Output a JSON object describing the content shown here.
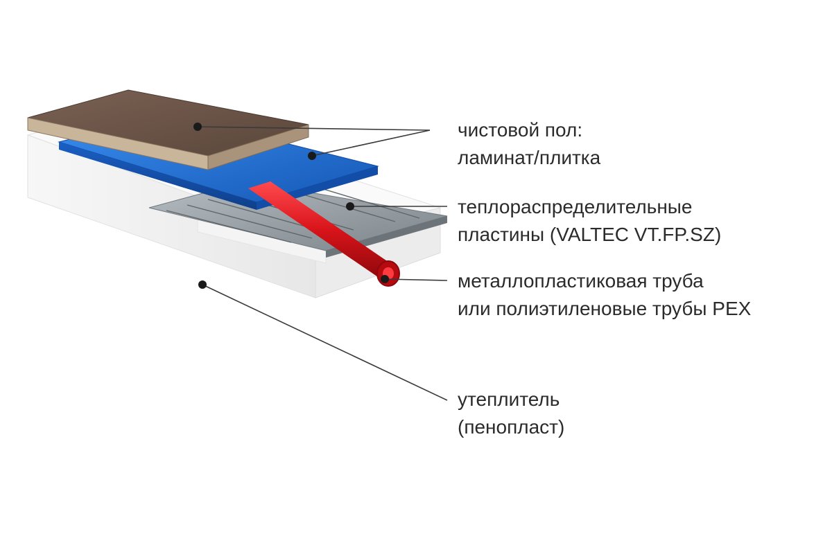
{
  "diagram": {
    "colors": {
      "floor": "#6b5448",
      "foam": "#1f6fd1",
      "plates": "#8e969c",
      "pipe": "#d8141a",
      "insulation": "#f2f2f2",
      "leader": "#3a3a3a"
    },
    "callouts": {
      "floor": {
        "line1": "чистовой пол:",
        "line2": "ламинат/плитка"
      },
      "plates": {
        "line1": "теплораспределительные",
        "line2": "пластины (VALTEC VT.FP.SZ)"
      },
      "pipe": {
        "line1": "металлопластиковая труба",
        "line2": "или полиэтиленовые трубы PEX"
      },
      "insulation": {
        "line1": "утеплитель",
        "line2": "(пенопласт)"
      }
    }
  }
}
